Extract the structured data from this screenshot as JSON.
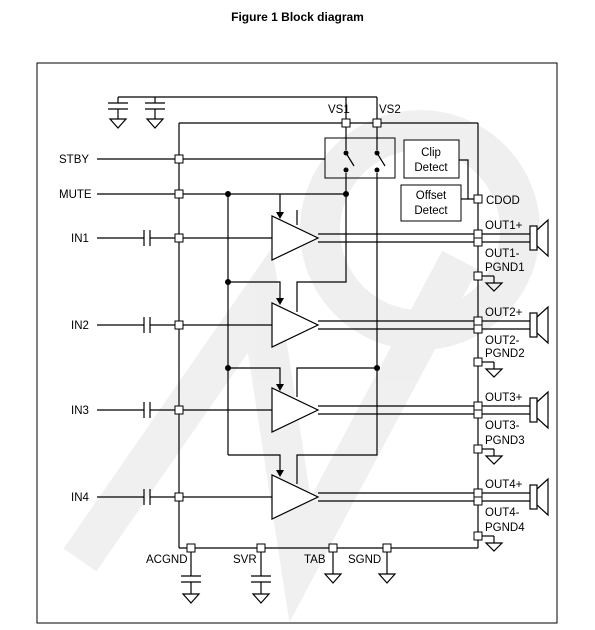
{
  "figure": {
    "title": "Figure 1 Block diagram"
  },
  "pins": {
    "vs1": "VS1",
    "vs2": "VS2",
    "stby": "STBY",
    "mute": "MUTE",
    "in1": "IN1",
    "in2": "IN2",
    "in3": "IN3",
    "in4": "IN4",
    "cdod": "CDOD",
    "out1p": "OUT1+",
    "out1m": "OUT1-",
    "pgnd1": "PGND1",
    "out2p": "OUT2+",
    "out2m": "OUT2-",
    "pgnd2": "PGND2",
    "out3p": "OUT3+",
    "out3m": "OUT3-",
    "pgnd3": "PGND3",
    "out4p": "OUT4+",
    "out4m": "OUT4-",
    "pgnd4": "PGND4",
    "acgnd": "ACGND",
    "svr": "SVR",
    "tab": "TAB",
    "sgnd": "SGND"
  },
  "blocks": {
    "clip_line1": "Clip",
    "clip_line2": "Detect",
    "offset_line1": "Offset",
    "offset_line2": "Detect"
  }
}
